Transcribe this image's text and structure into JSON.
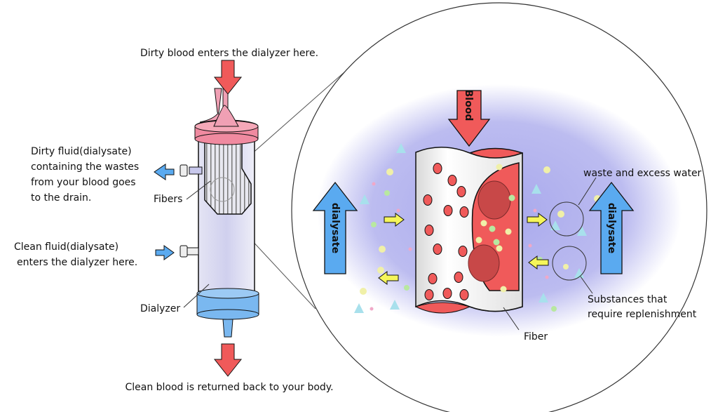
{
  "labels": {
    "top": "Dirty blood enters the dialyzer here.",
    "dirty_fluid": [
      "Dirty fluid(dialysate)",
      "containing the wastes",
      "from your blood goes",
      "to the drain."
    ],
    "clean_fluid": [
      "Clean fluid(dialysate)",
      "enters the dialyzer here."
    ],
    "fibers": "Fibers",
    "dialyzer": "Dialyzer",
    "bottom": "Clean blood is returned back to your body.",
    "blood": "Blood",
    "dialysate_left": "dialysate",
    "dialysate_right": "dialysate",
    "waste": "waste and excess water",
    "substances": [
      "Substances that",
      "require replenishment"
    ],
    "fiber": "Fiber"
  },
  "colors": {
    "blood_red": "#f05a5a",
    "dialysate_blue": "#5aaaf0",
    "cap_pink": "#f08aa0",
    "cap_blue": "#7ab8f0",
    "glow": "#b4b4ec",
    "yellow_arrow": "#f5f55a"
  }
}
